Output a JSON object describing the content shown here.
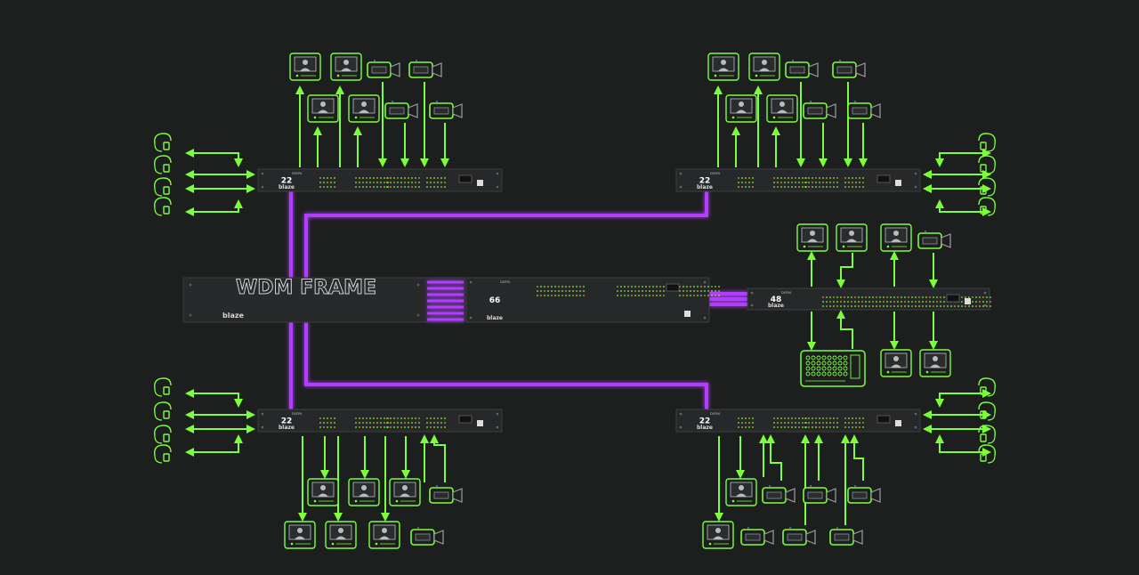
{
  "frame": {
    "title": "WDM FRAME",
    "brand": "blaze"
  },
  "units": {
    "top_left": {
      "model": "22",
      "label": "DEEPA",
      "brand": "blaze"
    },
    "top_right": {
      "model": "22",
      "label": "DEEPA",
      "brand": "blaze"
    },
    "bottom_left": {
      "model": "22",
      "label": "DEEPA",
      "brand": "blaze"
    },
    "bottom_right": {
      "model": "22",
      "label": "DEEPA",
      "brand": "blaze"
    },
    "center": {
      "model": "66",
      "label": "DEEPA",
      "brand": "blaze"
    },
    "right": {
      "model": "48",
      "label": "DEEPA",
      "brand": "blaze"
    }
  },
  "colors": {
    "background": "#1d1f1f",
    "signal": "#7cff3a",
    "fiber": "#b13cff",
    "rack": "#27292a",
    "device_outline": "#7cff3a"
  },
  "icons": {
    "headset": "headset-icon",
    "monitor": "monitor-icon",
    "camera": "camera-icon",
    "keypanel": "keypanel-icon"
  }
}
